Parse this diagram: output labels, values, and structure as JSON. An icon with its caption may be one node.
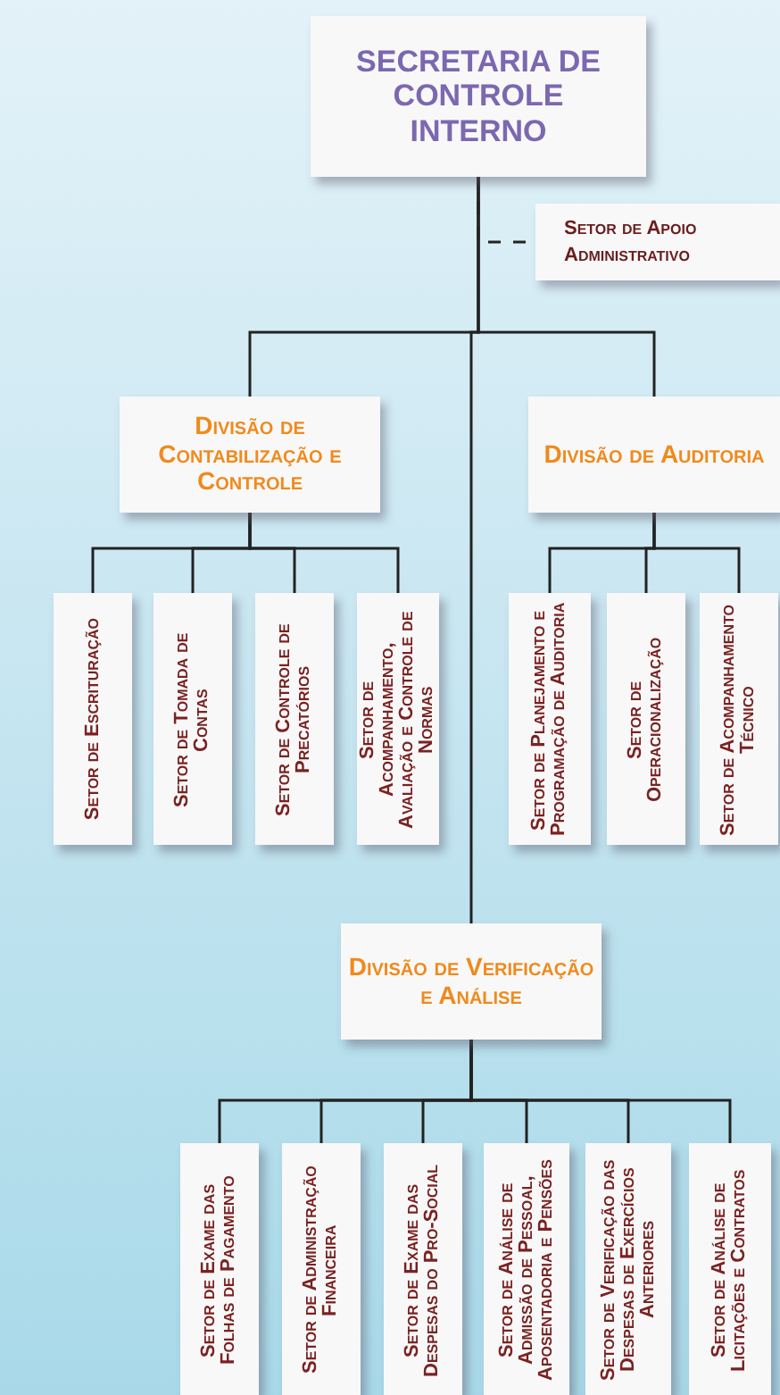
{
  "diagram": {
    "nodes": [
      {
        "text": [
          "SECRETARIA DE CONTROLE INTERNO"
        ]
      },
      {
        "text": [
          "Setor de Apoio Administrativo"
        ]
      },
      {
        "text": [
          "Divisão de Contabilização e Controle"
        ]
      },
      {
        "text": [
          "Divisão de Auditoria"
        ]
      },
      {
        "text": [
          "Setor de Escrituração"
        ]
      },
      {
        "text": [
          "Setor de Tomada de Contas"
        ]
      },
      {
        "text": [
          "Setor de Controle de Precatórios"
        ]
      },
      {
        "text": [
          "Setor de Acompanhamento, Avaliação e Controle de Normas"
        ]
      },
      {
        "text": [
          "Setor de Planejamento e Programação de Auditoria"
        ]
      },
      {
        "text": [
          "Setor de Operacionalização"
        ]
      },
      {
        "text": [
          "Setor de Acompanhamento Técnico"
        ]
      },
      {
        "text": [
          "Divisão de Verificação e Análise"
        ]
      },
      {
        "text": [
          "Setor de Exame das Folhas de Pagamento"
        ]
      },
      {
        "text": [
          "Setor de Administração Financeira"
        ]
      },
      {
        "text": [
          "Setor de Exame das Despesas do Pro-Social"
        ]
      },
      {
        "text": [
          "Setor de Análise de Admissão de Pessoal, Aposentadoria e Pensões"
        ]
      },
      {
        "text": [
          "Setor de Verificação das Despesas de Exercícios Anteriores"
        ]
      },
      {
        "text": [
          "Setor de Análise de Licitações e Contratos"
        ]
      }
    ],
    "edges": [
      {
        "from": 0,
        "to": 1,
        "arrow": "none",
        "style": "dashed"
      },
      {
        "from": 0,
        "to": 2,
        "arrow": "none"
      },
      {
        "from": 0,
        "to": 3,
        "arrow": "none"
      },
      {
        "from": 0,
        "to": 11,
        "arrow": "none"
      },
      {
        "from": 2,
        "to": 4,
        "arrow": "none"
      },
      {
        "from": 2,
        "to": 5,
        "arrow": "none"
      },
      {
        "from": 2,
        "to": 6,
        "arrow": "none"
      },
      {
        "from": 2,
        "to": 7,
        "arrow": "none"
      },
      {
        "from": 3,
        "to": 8,
        "arrow": "none"
      },
      {
        "from": 3,
        "to": 9,
        "arrow": "none"
      },
      {
        "from": 3,
        "to": 10,
        "arrow": "none"
      },
      {
        "from": 11,
        "to": 12,
        "arrow": "none"
      },
      {
        "from": 11,
        "to": 13,
        "arrow": "none"
      },
      {
        "from": 11,
        "to": 14,
        "arrow": "none"
      },
      {
        "from": 11,
        "to": 15,
        "arrow": "none"
      },
      {
        "from": 11,
        "to": 16,
        "arrow": "none"
      },
      {
        "from": 11,
        "to": 17,
        "arrow": "none"
      }
    ]
  }
}
